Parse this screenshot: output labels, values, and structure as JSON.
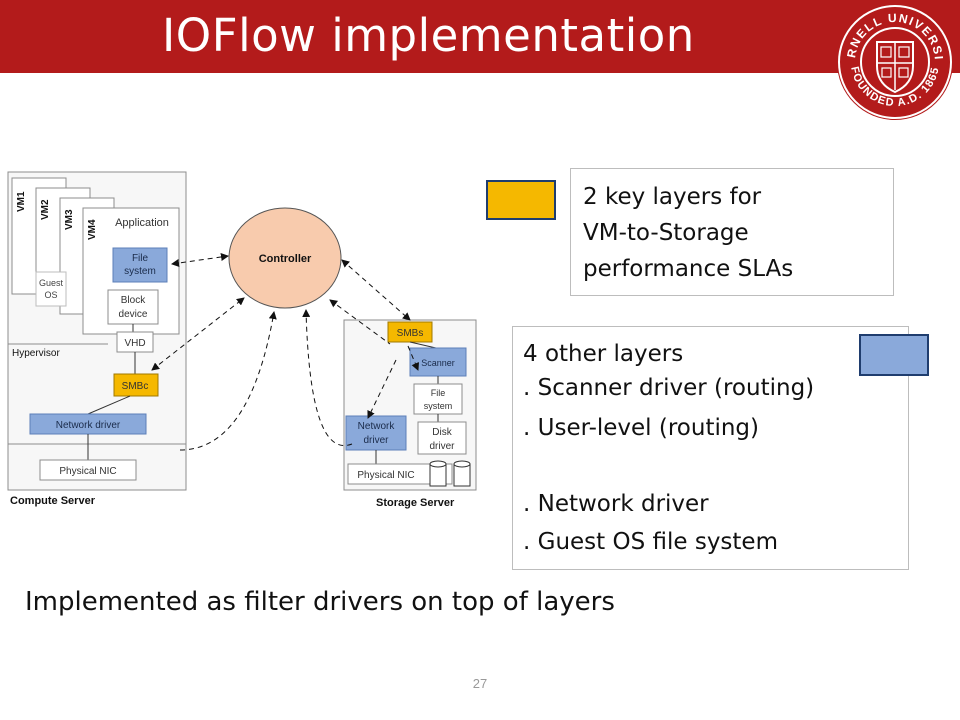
{
  "slide": {
    "title": "IOFlow implementation",
    "page_number": "27",
    "caption": "Implemented as filter drivers on top of layers"
  },
  "logo": {
    "institution_text": "CORNELL UNIVERSITY",
    "founded_text": "FOUNDED A.D. 1865"
  },
  "legend_key": {
    "text_line1": "2 key layers for",
    "text_line2": "VM-to-Storage",
    "text_line3": "performance SLAs",
    "swatch_color": "#f5b800"
  },
  "legend_other": {
    "heading": "4 other layers",
    "items": [
      ". Scanner driver (routing)",
      ". User-level (routing)",
      ". Network driver",
      ". Guest OS file system"
    ],
    "swatch_color": "#8aa9da"
  },
  "diagram": {
    "vm_labels": [
      "VM1",
      "VM2",
      "VM3",
      "VM4"
    ],
    "application": "Application",
    "file_system": [
      "File",
      "system"
    ],
    "block_device": [
      "Block",
      "device"
    ],
    "guest_os": [
      "Guest",
      "OS"
    ],
    "vhd": "VHD",
    "hypervisor": "Hypervisor",
    "smbc": "SMBc",
    "network_driver": "Network driver",
    "physical_nic": "Physical NIC",
    "compute_server": "Compute Server",
    "controller": "Controller",
    "smbs": "SMBs",
    "scanner": "Scanner",
    "storage_file_system": [
      "File",
      "system"
    ],
    "storage_network_driver": [
      "Network",
      "driver"
    ],
    "disk_driver": [
      "Disk",
      "driver"
    ],
    "storage_physical_nic": "Physical NIC",
    "storage_server": "Storage Server"
  },
  "colors": {
    "banner": "#b31b1b",
    "key_layer": "#f5b800",
    "other_layer": "#8aa9da",
    "controller_fill": "#f8cbad"
  }
}
